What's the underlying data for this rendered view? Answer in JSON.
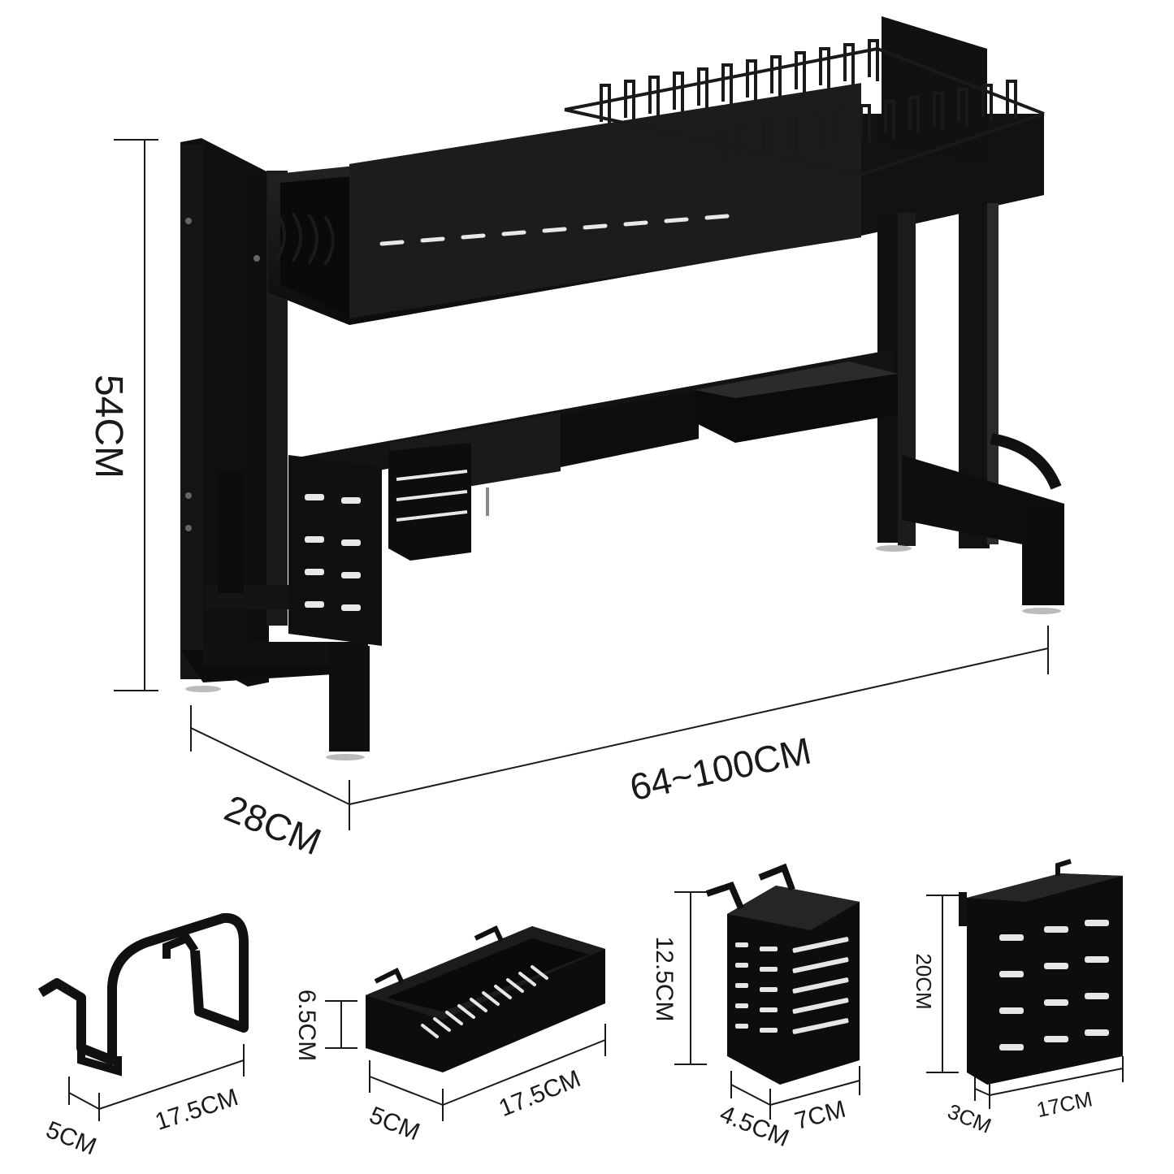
{
  "product": {
    "main_rack": {
      "height_label": "54CM",
      "width_label": "64~100CM",
      "depth_label": "28CM"
    },
    "accessories": [
      {
        "name": "hook",
        "depth_label": "5CM",
        "width_label": "17.5CM"
      },
      {
        "name": "tray",
        "height_label": "6.5CM",
        "depth_label": "5CM",
        "width_label": "17.5CM"
      },
      {
        "name": "utensil-holder",
        "height_label": "12.5CM",
        "depth_label": "4.5CM",
        "width_label": "7CM"
      },
      {
        "name": "knife-holder",
        "height_label": "20CM",
        "depth_label": "3CM",
        "width_label": "17CM"
      }
    ]
  },
  "colors": {
    "product": "#111111",
    "product_highlight": "#3a3a3a",
    "dimension_line": "#1a1a1a",
    "background": "#ffffff"
  }
}
